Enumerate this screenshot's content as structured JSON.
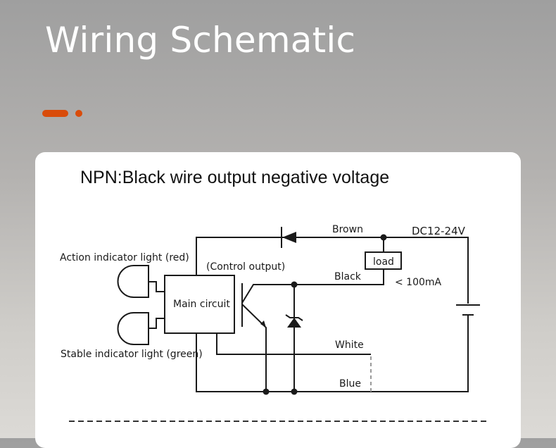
{
  "header": {
    "title": "Wiring Schematic",
    "accent_color": "#d94c0a"
  },
  "card": {
    "subtitle": "NPN:Black wire output negative voltage"
  },
  "diagram": {
    "labels": {
      "brown": "Brown",
      "supply": "DC12-24V",
      "load": "load",
      "black": "Black",
      "current": "< 100mA",
      "control_output": "(Control output)",
      "main_circuit": "Main circuit",
      "action_light": "Action indicator light (red)",
      "stable_light": "Stable indicator light (green)",
      "white": "White",
      "blue": "Blue"
    },
    "components": [
      "main-circuit",
      "action-indicator-led",
      "stable-indicator-led",
      "npn-transistor",
      "zener-diode",
      "reverse-protection-diode",
      "load",
      "dc-battery"
    ]
  }
}
